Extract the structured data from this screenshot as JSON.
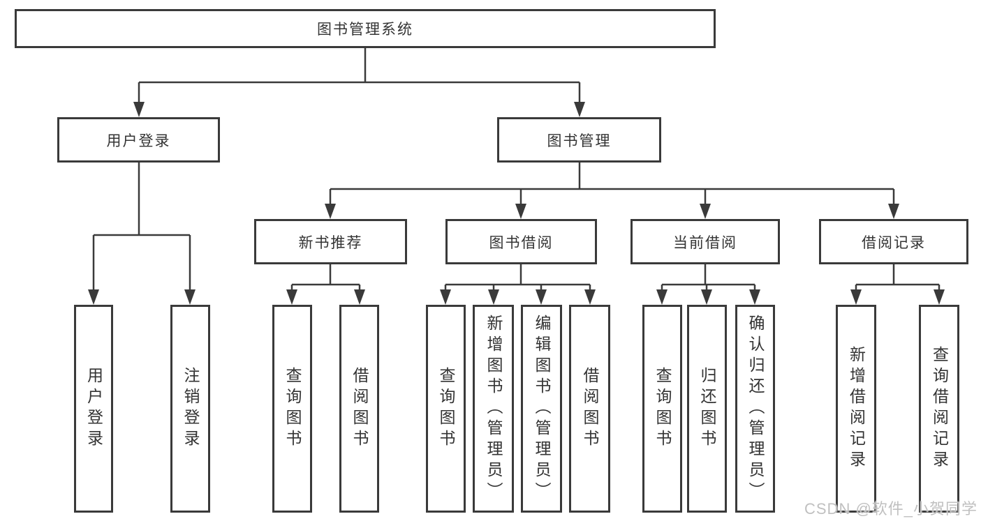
{
  "diagram_title": "图书管理系统",
  "colors": {
    "border": "#3a3a3a",
    "line": "#3a3a3a",
    "text": "#333333",
    "background": "#ffffff",
    "watermark": "#c0c0c0"
  },
  "nodes": {
    "root": {
      "label": "图书管理系统"
    },
    "user_login": {
      "label": "用户登录"
    },
    "book_mgmt": {
      "label": "图书管理"
    },
    "new_book_rec": {
      "label": "新书推荐"
    },
    "book_borrow": {
      "label": "图书借阅"
    },
    "current_borrow": {
      "label": "当前借阅"
    },
    "borrow_records": {
      "label": "借阅记录"
    },
    "leaf_user_login": {
      "label": "用户登录"
    },
    "leaf_logout": {
      "label": "注销登录"
    },
    "leaf_query_book_rec": {
      "label": "查询图书"
    },
    "leaf_borrow_book_rec": {
      "label": "借阅图书"
    },
    "leaf_query_book_borrow": {
      "label": "查询图书"
    },
    "leaf_add_book": {
      "label": "新增图书（管理员）"
    },
    "leaf_edit_book": {
      "label": "编辑图书（管理员）"
    },
    "leaf_borrow_book_borrow": {
      "label": "借阅图书"
    },
    "leaf_query_book_current": {
      "label": "查询图书"
    },
    "leaf_return_book": {
      "label": "归还图书"
    },
    "leaf_confirm_return": {
      "label": "确认归还（管理员）"
    },
    "leaf_add_borrow_record": {
      "label": "新增借阅记录"
    },
    "leaf_query_borrow_record": {
      "label": "查询借阅记录"
    }
  },
  "edges": [
    [
      "root",
      "user_login"
    ],
    [
      "root",
      "book_mgmt"
    ],
    [
      "user_login",
      "leaf_user_login"
    ],
    [
      "user_login",
      "leaf_logout"
    ],
    [
      "book_mgmt",
      "new_book_rec"
    ],
    [
      "book_mgmt",
      "book_borrow"
    ],
    [
      "book_mgmt",
      "current_borrow"
    ],
    [
      "book_mgmt",
      "borrow_records"
    ],
    [
      "new_book_rec",
      "leaf_query_book_rec"
    ],
    [
      "new_book_rec",
      "leaf_borrow_book_rec"
    ],
    [
      "book_borrow",
      "leaf_query_book_borrow"
    ],
    [
      "book_borrow",
      "leaf_add_book"
    ],
    [
      "book_borrow",
      "leaf_edit_book"
    ],
    [
      "book_borrow",
      "leaf_borrow_book_borrow"
    ],
    [
      "current_borrow",
      "leaf_query_book_current"
    ],
    [
      "current_borrow",
      "leaf_return_book"
    ],
    [
      "current_borrow",
      "leaf_confirm_return"
    ],
    [
      "borrow_records",
      "leaf_add_borrow_record"
    ],
    [
      "borrow_records",
      "leaf_query_borrow_record"
    ]
  ],
  "watermark": {
    "text": "CSDN @软件_小贺同学"
  }
}
